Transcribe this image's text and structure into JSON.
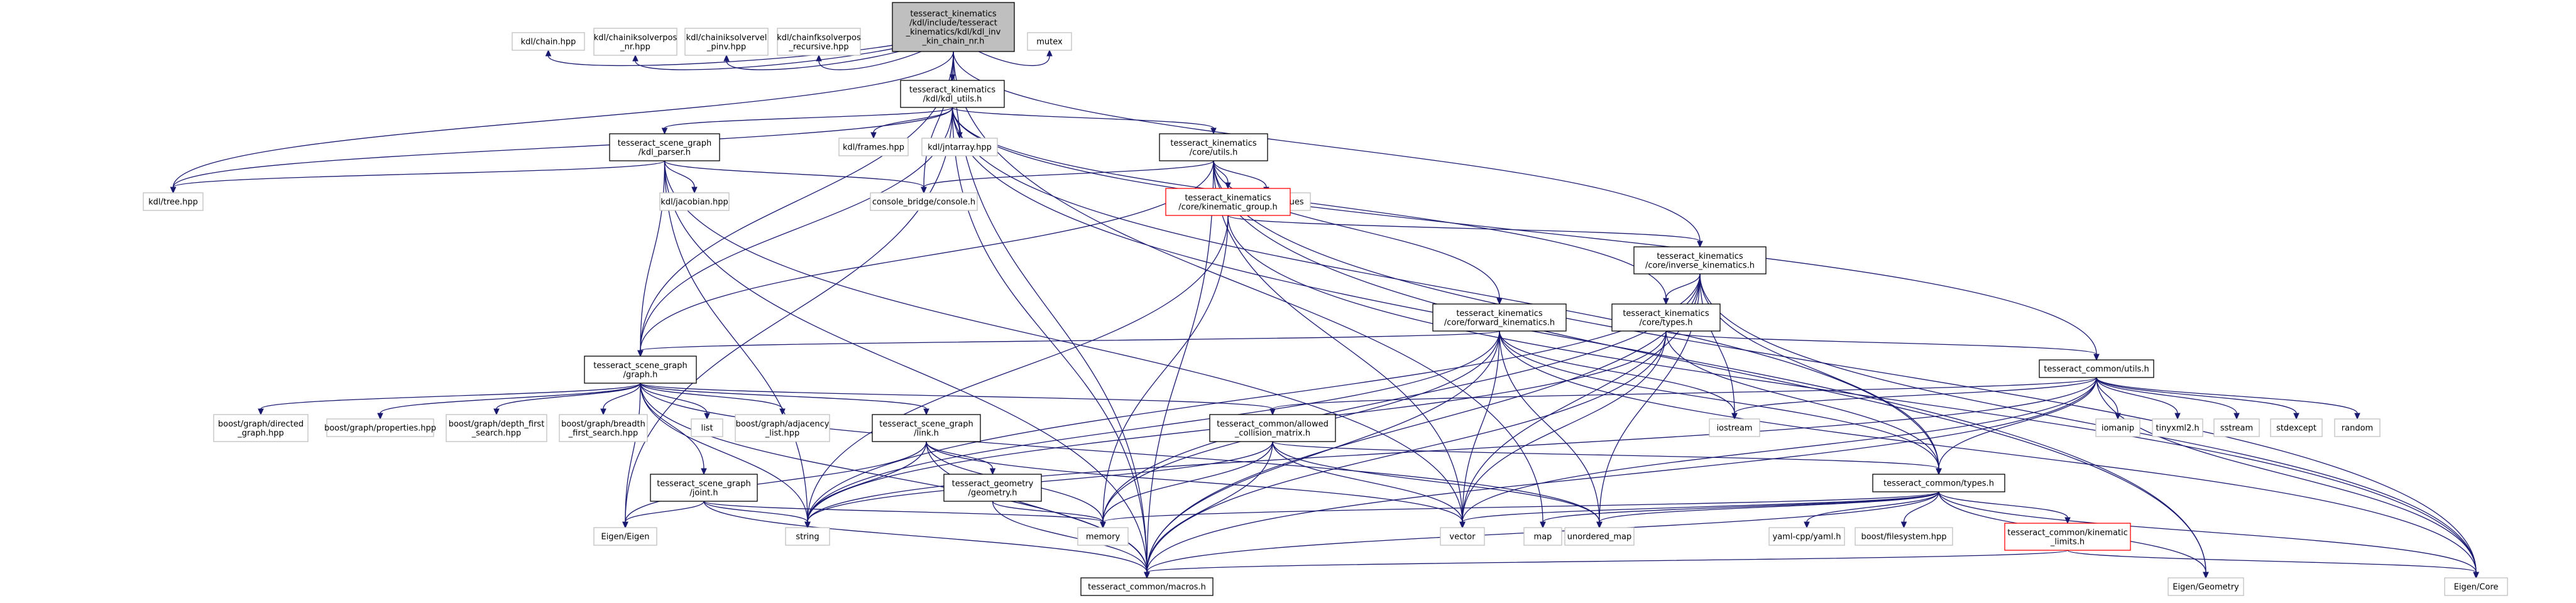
{
  "diagram": {
    "nodes": [
      {
        "id": "root",
        "label": "tesseract_kinematics\n/kdl/include/tesseract\n_kinematics/kdl/kdl_inv\n_kin_chain_nr.h",
        "style": "root"
      },
      {
        "id": "kdl_chain",
        "label": "kdl/chain.hpp",
        "style": "plain"
      },
      {
        "id": "kdl_iksolverpos_nr",
        "label": "kdl/chainiksolverpos\n_nr.hpp",
        "style": "plain"
      },
      {
        "id": "kdl_iksolvervel_pinv",
        "label": "kdl/chainiksolvervel\n_pinv.hpp",
        "style": "plain"
      },
      {
        "id": "kdl_fksolverpos_rec",
        "label": "kdl/chainfksolverpos\n_recursive.hpp",
        "style": "plain"
      },
      {
        "id": "kdl_utils",
        "label": "tesseract_kinematics\n/kdl/kdl_utils.h",
        "style": "linked"
      },
      {
        "id": "mutex",
        "label": "mutex",
        "style": "plain"
      },
      {
        "id": "kdl_parser",
        "label": "tesseract_scene_graph\n/kdl_parser.h",
        "style": "linked"
      },
      {
        "id": "kdl_frames",
        "label": "kdl/frames.hpp",
        "style": "plain"
      },
      {
        "id": "kdl_jntarray",
        "label": "kdl/jntarray.hpp",
        "style": "plain"
      },
      {
        "id": "core_utils",
        "label": "tesseract_kinematics\n/core/utils.h",
        "style": "linked"
      },
      {
        "id": "kdl_tree",
        "label": "kdl/tree.hpp",
        "style": "plain"
      },
      {
        "id": "kdl_jacobian",
        "label": "kdl/jacobian.hpp",
        "style": "plain"
      },
      {
        "id": "console_bridge",
        "label": "console_bridge/console.h",
        "style": "plain"
      },
      {
        "id": "eigenvalues",
        "label": "Eigen/Eigenvalues",
        "style": "plain"
      },
      {
        "id": "kinematic_group",
        "label": "tesseract_kinematics\n/core/kinematic_group.h",
        "style": "red"
      },
      {
        "id": "inverse_kinematics",
        "label": "tesseract_kinematics\n/core/inverse_kinematics.h",
        "style": "linked"
      },
      {
        "id": "forward_kinematics",
        "label": "tesseract_kinematics\n/core/forward_kinematics.h",
        "style": "linked"
      },
      {
        "id": "core_types",
        "label": "tesseract_kinematics\n/core/types.h",
        "style": "linked"
      },
      {
        "id": "common_utils",
        "label": "tesseract_common/utils.h",
        "style": "linked"
      },
      {
        "id": "graph",
        "label": "tesseract_scene_graph\n/graph.h",
        "style": "linked"
      },
      {
        "id": "bg_directed",
        "label": "boost/graph/directed\n_graph.hpp",
        "style": "plain"
      },
      {
        "id": "bg_properties",
        "label": "boost/graph/properties.hpp",
        "style": "plain"
      },
      {
        "id": "bg_dfs",
        "label": "boost/graph/depth_first\n_search.hpp",
        "style": "plain"
      },
      {
        "id": "bg_bfs",
        "label": "boost/graph/breadth\n_first_search.hpp",
        "style": "plain"
      },
      {
        "id": "list",
        "label": "list",
        "style": "plain"
      },
      {
        "id": "bg_adjacency",
        "label": "boost/graph/adjacency\n_list.hpp",
        "style": "plain"
      },
      {
        "id": "link",
        "label": "tesseract_scene_graph\n/link.h",
        "style": "linked"
      },
      {
        "id": "allowed_collision",
        "label": "tesseract_common/allowed\n_collision_matrix.h",
        "style": "linked"
      },
      {
        "id": "iostream",
        "label": "iostream",
        "style": "plain"
      },
      {
        "id": "iomanip",
        "label": "iomanip",
        "style": "plain"
      },
      {
        "id": "tinyxml2",
        "label": "tinyxml2.h",
        "style": "plain"
      },
      {
        "id": "sstream",
        "label": "sstream",
        "style": "plain"
      },
      {
        "id": "stdexcept",
        "label": "stdexcept",
        "style": "plain"
      },
      {
        "id": "random",
        "label": "random",
        "style": "plain"
      },
      {
        "id": "joint",
        "label": "tesseract_scene_graph\n/joint.h",
        "style": "linked"
      },
      {
        "id": "geometry",
        "label": "tesseract_geometry\n/geometry.h",
        "style": "linked"
      },
      {
        "id": "common_types",
        "label": "tesseract_common/types.h",
        "style": "linked"
      },
      {
        "id": "eigen_eigen",
        "label": "Eigen/Eigen",
        "style": "plain"
      },
      {
        "id": "string",
        "label": "string",
        "style": "plain"
      },
      {
        "id": "memory",
        "label": "memory",
        "style": "plain"
      },
      {
        "id": "vector",
        "label": "vector",
        "style": "plain"
      },
      {
        "id": "map",
        "label": "map",
        "style": "plain"
      },
      {
        "id": "unordered_map",
        "label": "unordered_map",
        "style": "plain"
      },
      {
        "id": "yaml_cpp",
        "label": "yaml-cpp/yaml.h",
        "style": "plain"
      },
      {
        "id": "boost_filesystem",
        "label": "boost/filesystem.hpp",
        "style": "plain"
      },
      {
        "id": "kinematic_limits",
        "label": "tesseract_common/kinematic\n_limits.h",
        "style": "red"
      },
      {
        "id": "macros",
        "label": "tesseract_common/macros.h",
        "style": "linked"
      },
      {
        "id": "eigen_geometry",
        "label": "Eigen/Geometry",
        "style": "plain"
      },
      {
        "id": "eigen_core",
        "label": "Eigen/Core",
        "style": "plain"
      }
    ],
    "edges": [
      [
        "root",
        "kdl_chain"
      ],
      [
        "root",
        "kdl_iksolverpos_nr"
      ],
      [
        "root",
        "kdl_iksolvervel_pinv"
      ],
      [
        "root",
        "kdl_fksolverpos_rec"
      ],
      [
        "root",
        "kdl_utils"
      ],
      [
        "root",
        "mutex"
      ],
      [
        "root",
        "inverse_kinematics"
      ],
      [
        "root",
        "kdl_tree"
      ],
      [
        "root",
        "console_bridge"
      ],
      [
        "root",
        "graph"
      ],
      [
        "root",
        "map"
      ],
      [
        "root",
        "macros"
      ],
      [
        "kdl_utils",
        "kdl_parser"
      ],
      [
        "kdl_utils",
        "kdl_frames"
      ],
      [
        "kdl_utils",
        "kdl_jntarray"
      ],
      [
        "kdl_utils",
        "core_utils"
      ],
      [
        "kdl_utils",
        "common_utils"
      ],
      [
        "kdl_utils",
        "common_types"
      ],
      [
        "kdl_utils",
        "kdl_tree"
      ],
      [
        "kdl_utils",
        "graph"
      ],
      [
        "kdl_utils",
        "macros"
      ],
      [
        "kdl_utils",
        "eigen_eigen"
      ],
      [
        "kdl_utils",
        "core_types"
      ],
      [
        "kdl_utils",
        "eigen_geometry"
      ],
      [
        "kdl_parser",
        "kdl_tree"
      ],
      [
        "kdl_parser",
        "kdl_jacobian"
      ],
      [
        "kdl_parser",
        "console_bridge"
      ],
      [
        "kdl_parser",
        "graph"
      ],
      [
        "kdl_parser",
        "macros"
      ],
      [
        "kdl_parser",
        "vector"
      ],
      [
        "kdl_parser",
        "string"
      ],
      [
        "core_utils",
        "kinematic_group"
      ],
      [
        "core_utils",
        "eigenvalues"
      ],
      [
        "core_utils",
        "console_bridge"
      ],
      [
        "core_utils",
        "forward_kinematics"
      ],
      [
        "core_utils",
        "vector"
      ],
      [
        "core_utils",
        "graph"
      ],
      [
        "core_utils",
        "macros"
      ],
      [
        "core_utils",
        "eigen_core"
      ],
      [
        "core_utils",
        "eigen_geometry"
      ],
      [
        "kinematic_group",
        "inverse_kinematics"
      ],
      [
        "kinematic_group",
        "memory"
      ],
      [
        "kinematic_group",
        "string"
      ],
      [
        "kinematic_group",
        "eigen_core"
      ],
      [
        "inverse_kinematics",
        "core_types"
      ],
      [
        "inverse_kinematics",
        "common_types"
      ],
      [
        "inverse_kinematics",
        "vector"
      ],
      [
        "inverse_kinematics",
        "memory"
      ],
      [
        "inverse_kinematics",
        "iostream"
      ],
      [
        "inverse_kinematics",
        "string"
      ],
      [
        "inverse_kinematics",
        "macros"
      ],
      [
        "inverse_kinematics",
        "unordered_map"
      ],
      [
        "inverse_kinematics",
        "eigen_core"
      ],
      [
        "forward_kinematics",
        "graph"
      ],
      [
        "forward_kinematics",
        "common_types"
      ],
      [
        "forward_kinematics",
        "vector"
      ],
      [
        "forward_kinematics",
        "memory"
      ],
      [
        "forward_kinematics",
        "string"
      ],
      [
        "forward_kinematics",
        "macros"
      ],
      [
        "forward_kinematics",
        "unordered_map"
      ],
      [
        "forward_kinematics",
        "iostream"
      ],
      [
        "forward_kinematics",
        "eigen_core"
      ],
      [
        "core_types",
        "common_types"
      ],
      [
        "core_types",
        "common_utils"
      ],
      [
        "core_types",
        "vector"
      ],
      [
        "core_types",
        "macros"
      ],
      [
        "core_types",
        "string"
      ],
      [
        "common_utils",
        "iomanip"
      ],
      [
        "common_utils",
        "tinyxml2"
      ],
      [
        "common_utils",
        "sstream"
      ],
      [
        "common_utils",
        "stdexcept"
      ],
      [
        "common_utils",
        "random"
      ],
      [
        "common_utils",
        "iostream"
      ],
      [
        "common_utils",
        "allowed_collision"
      ],
      [
        "common_utils",
        "common_types"
      ],
      [
        "common_utils",
        "vector"
      ],
      [
        "common_utils",
        "string"
      ],
      [
        "common_utils",
        "macros"
      ],
      [
        "common_utils",
        "eigen_core"
      ],
      [
        "graph",
        "bg_directed"
      ],
      [
        "graph",
        "bg_properties"
      ],
      [
        "graph",
        "bg_dfs"
      ],
      [
        "graph",
        "bg_bfs"
      ],
      [
        "graph",
        "list"
      ],
      [
        "graph",
        "bg_adjacency"
      ],
      [
        "graph",
        "link"
      ],
      [
        "graph",
        "joint"
      ],
      [
        "graph",
        "allowed_collision"
      ],
      [
        "graph",
        "string"
      ],
      [
        "graph",
        "macros"
      ],
      [
        "graph",
        "unordered_map"
      ],
      [
        "graph",
        "eigen_eigen"
      ],
      [
        "link",
        "geometry"
      ],
      [
        "link",
        "eigen_eigen"
      ],
      [
        "link",
        "string"
      ],
      [
        "link",
        "memory"
      ],
      [
        "link",
        "vector"
      ],
      [
        "link",
        "macros"
      ],
      [
        "joint",
        "eigen_eigen"
      ],
      [
        "joint",
        "string"
      ],
      [
        "joint",
        "memory"
      ],
      [
        "joint",
        "macros"
      ],
      [
        "geometry",
        "memory"
      ],
      [
        "geometry",
        "macros"
      ],
      [
        "allowed_collision",
        "common_types"
      ],
      [
        "allowed_collision",
        "string"
      ],
      [
        "allowed_collision",
        "memory"
      ],
      [
        "allowed_collision",
        "vector"
      ],
      [
        "allowed_collision",
        "unordered_map"
      ],
      [
        "allowed_collision",
        "macros"
      ],
      [
        "common_types",
        "vector"
      ],
      [
        "common_types",
        "memory"
      ],
      [
        "common_types",
        "map"
      ],
      [
        "common_types",
        "unordered_map"
      ],
      [
        "common_types",
        "yaml_cpp"
      ],
      [
        "common_types",
        "boost_filesystem"
      ],
      [
        "common_types",
        "kinematic_limits"
      ],
      [
        "common_types",
        "macros"
      ],
      [
        "common_types",
        "eigen_geometry"
      ],
      [
        "common_types",
        "eigen_core"
      ],
      [
        "kinematic_limits",
        "macros"
      ],
      [
        "kinematic_limits",
        "eigen_core"
      ]
    ]
  }
}
